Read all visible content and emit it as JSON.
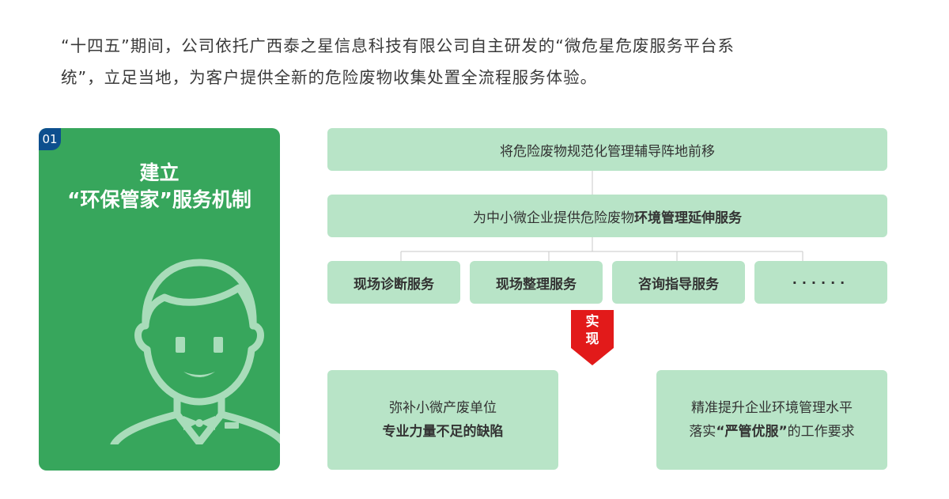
{
  "intro": {
    "line1": "“十四五”期间，公司依托广西泰之星信息科技有限公司自主研发的“微危星危废服务平台系",
    "line2": "统”，立足当地，为客户提供全新的危险废物收集处置全流程服务体验。"
  },
  "card": {
    "badge": "01",
    "title_line1": "建立",
    "title_line2": "“环保管家”服务机制",
    "bg_color": "#37a65c",
    "icon": "person-bowtie-icon"
  },
  "diagram": {
    "level1": "将危险废物规范化管理辅导阵地前移",
    "level2_prefix": "为中小微企业提供危险废物",
    "level2_bold": "环境管理延伸服务",
    "services": [
      "现场诊断服务",
      "现场整理服务",
      "咨询指导服务",
      "······"
    ],
    "arrow_label": "实现",
    "outcome_left": {
      "line1": "弥补小微产废单位",
      "line2": "专业力量不足的缺陷"
    },
    "outcome_right": {
      "line1": "精准提升企业环境管理水平",
      "line2_prefix": "落实",
      "line2_bold": "“严管优服”",
      "line2_suffix": "的工作要求"
    }
  },
  "colors": {
    "box": "#b8e4c7",
    "arrow": "#e21a1a",
    "badge": "#0d4f8e"
  }
}
